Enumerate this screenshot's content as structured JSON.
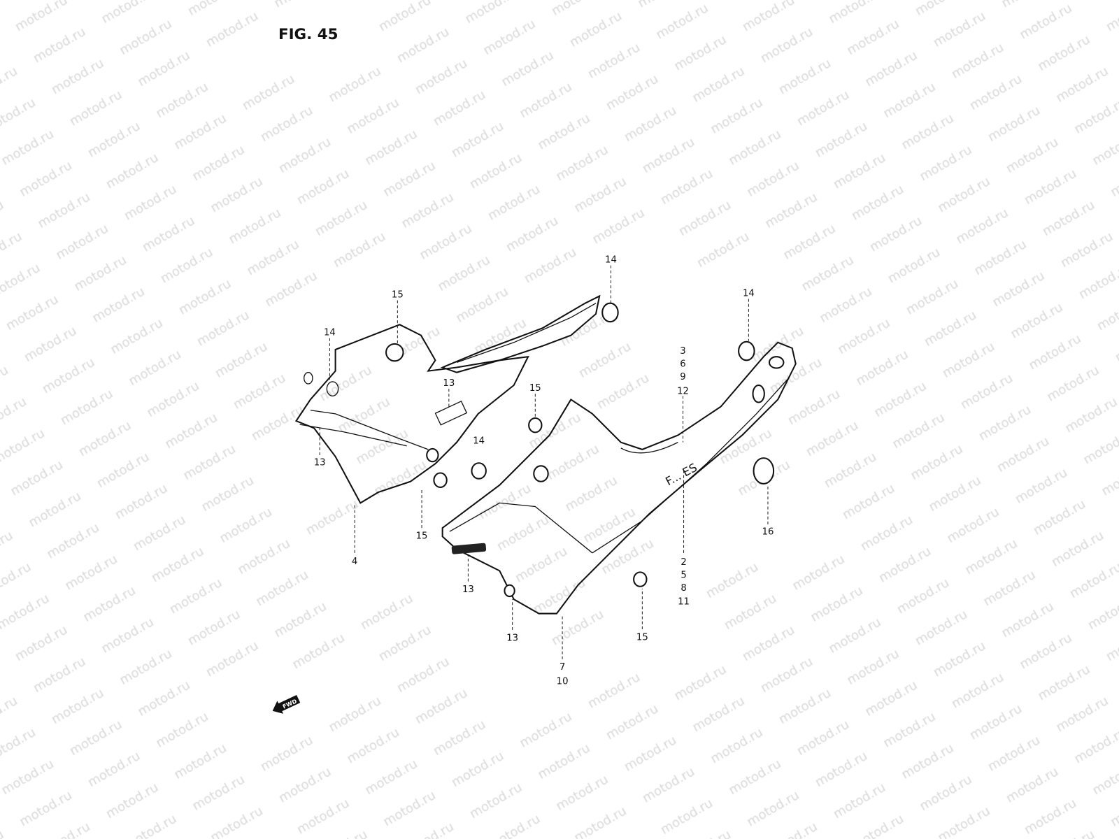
{
  "figure": {
    "title": "FIG. 45",
    "watermark": "motod.ru",
    "fwd_label": "FWD",
    "decal_text": "F... ES"
  },
  "callouts": [
    {
      "id": "c1",
      "label": "14"
    },
    {
      "id": "c2",
      "label": "15"
    },
    {
      "id": "c3",
      "label": "14"
    },
    {
      "id": "c4",
      "label": "14"
    },
    {
      "id": "c5",
      "lines": [
        "3",
        "6",
        "9",
        "12"
      ]
    },
    {
      "id": "c6",
      "label": "13"
    },
    {
      "id": "c7",
      "label": "15"
    },
    {
      "id": "c8",
      "label": "14"
    },
    {
      "id": "c9",
      "label": "13"
    },
    {
      "id": "c10",
      "label": "15"
    },
    {
      "id": "c11",
      "label": "4"
    },
    {
      "id": "c12",
      "label": "16"
    },
    {
      "id": "c13",
      "lines": [
        "2",
        "5",
        "8",
        "11"
      ]
    },
    {
      "id": "c14",
      "label": "13"
    },
    {
      "id": "c15",
      "label": "13"
    },
    {
      "id": "c16",
      "label": "15"
    },
    {
      "id": "c17",
      "lines": [
        "7",
        "10"
      ]
    }
  ]
}
